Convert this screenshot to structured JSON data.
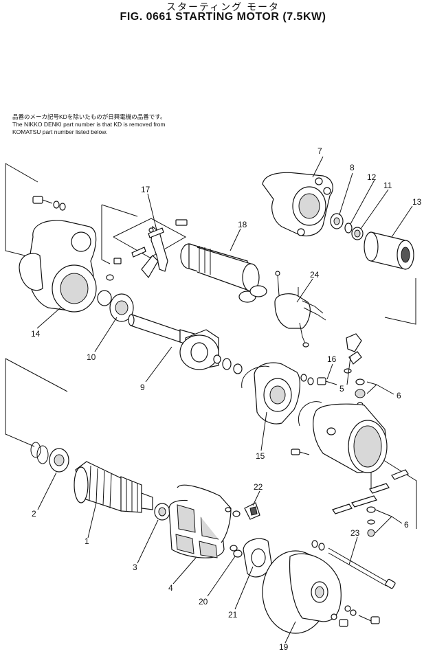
{
  "header": {
    "japanese_title": "スターティング モータ",
    "title": "FIG. 0661  STARTING MOTOR (7.5KW)"
  },
  "note": {
    "japanese": "品番のメーカ記号KDを除いたものが日興電機の品番です。",
    "line1": "The NIKKO DENKI part number is that KD is removed from",
    "line2": "KOMATSU part number listed below."
  },
  "callouts": [
    "1",
    "2",
    "3",
    "4",
    "5",
    "6",
    "6",
    "7",
    "8",
    "9",
    "10",
    "11",
    "12",
    "13",
    "14",
    "15",
    "16",
    "17",
    "18",
    "19",
    "20",
    "21",
    "22",
    "23",
    "24"
  ]
}
